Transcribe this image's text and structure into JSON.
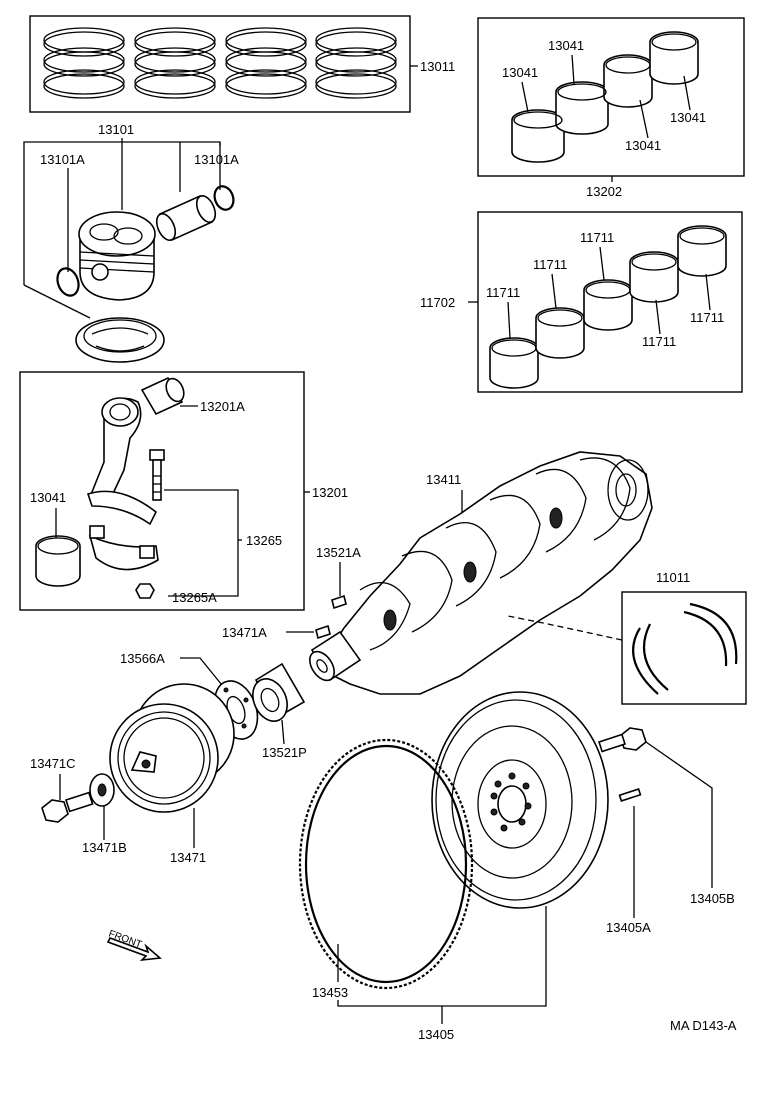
{
  "diagram_code": "MA D143-A",
  "labels": {
    "p13011": "13011",
    "p13101": "13101",
    "p13101A_left": "13101A",
    "p13101A_right": "13101A",
    "p13041_a": "13041",
    "p13041_b": "13041",
    "p13041_c": "13041",
    "p13041_d": "13041",
    "p13202": "13202",
    "p11711_a": "11711",
    "p11711_b": "11711",
    "p11711_c": "11711",
    "p11711_d": "11711",
    "p11711_e": "11711",
    "p11702": "11702",
    "p13201A": "13201A",
    "p13201": "13201",
    "p13041_rod": "13041",
    "p13265": "13265",
    "p13265A": "13265A",
    "p13411": "13411",
    "p13521A": "13521A",
    "p11011": "11011",
    "p13471A": "13471A",
    "p13566A": "13566A",
    "p13521P": "13521P",
    "p13471C": "13471C",
    "p13471B": "13471B",
    "p13471": "13471",
    "p13405B": "13405B",
    "p13405A": "13405A",
    "p13453": "13453",
    "p13405": "13405",
    "front": "FRONT"
  }
}
